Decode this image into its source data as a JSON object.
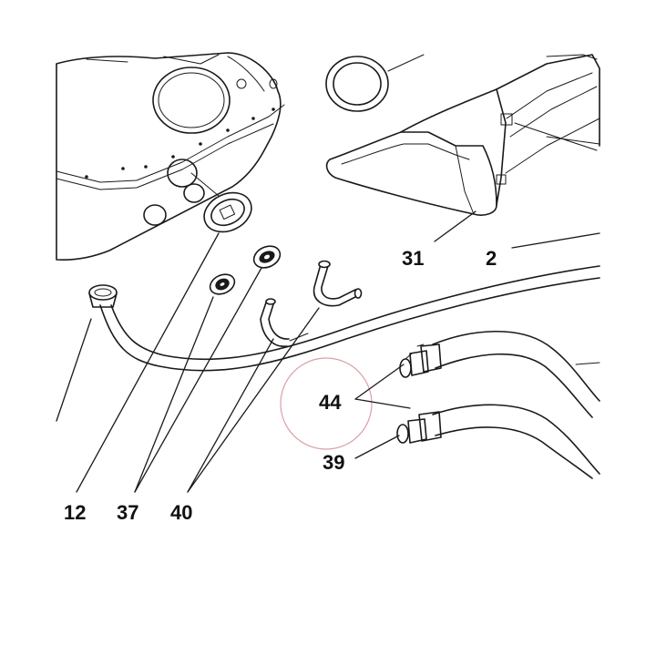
{
  "callouts": {
    "c31": "31",
    "c2": "2",
    "c44": "44",
    "c39": "39",
    "c12": "12",
    "c37": "37",
    "c40": "40"
  },
  "colors": {
    "line": "#1a1a1a",
    "highlight_circle": "#d9a0a6",
    "background": "#ffffff"
  }
}
